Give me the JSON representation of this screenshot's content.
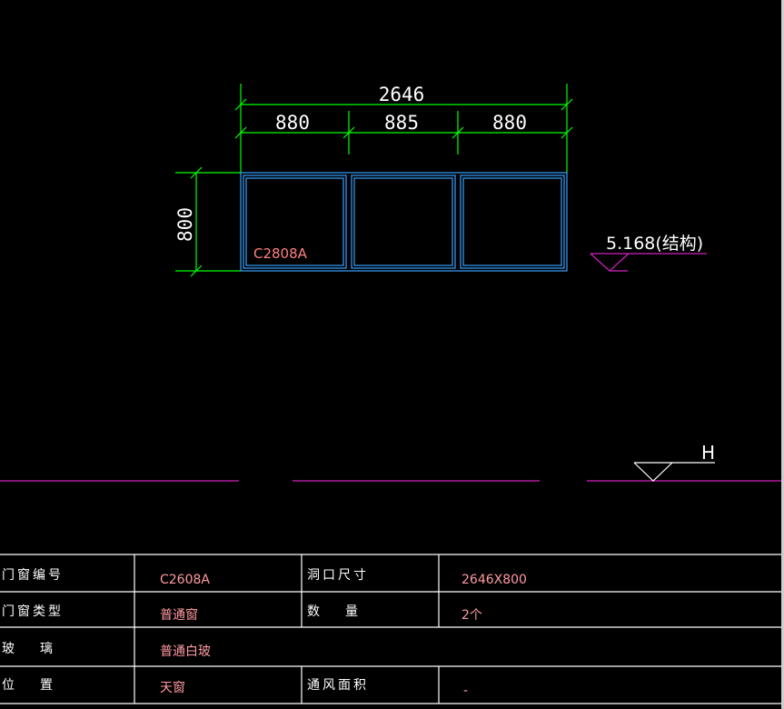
{
  "drawing": {
    "dimensions": {
      "overall_width": "2646",
      "segments": [
        "880",
        "885",
        "880"
      ],
      "height": "800"
    },
    "window_tag": "C2808A",
    "elevation_label": "5.168(结构)",
    "datum_label": "H"
  },
  "table": {
    "rows": [
      {
        "label": "门窗编号",
        "value": "C2608A",
        "label2": "洞口尺寸",
        "value2": "2646X800"
      },
      {
        "label": "门窗类型",
        "value": "普通窗",
        "label2": "数　　量",
        "value2": "2个"
      },
      {
        "label": "玻　　璃",
        "value": "普通白玻",
        "label2": "",
        "value2": ""
      },
      {
        "label": "位　　置",
        "value": "天窗",
        "label2": "通风面积",
        "value2": "-"
      }
    ]
  },
  "colors": {
    "background": "#000000",
    "dimension_line": "#00ff00",
    "window_frame": "#3aa0ff",
    "tag_text": "#ff8080",
    "magenta_line": "#d020c0",
    "table_line": "#ffffff"
  }
}
